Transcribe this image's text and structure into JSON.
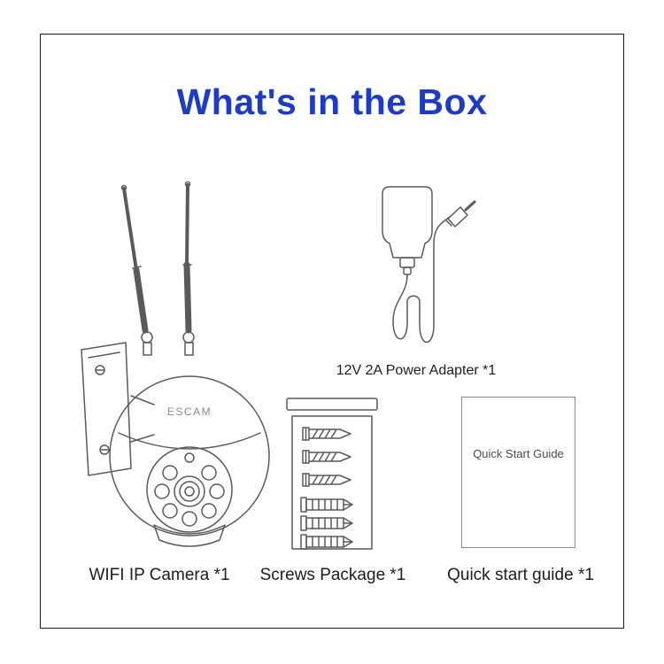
{
  "page": {
    "title": "What's in the Box",
    "title_color": "#1c3bc8",
    "line_art_color": "#5a5a5a",
    "border_color": "#1a1a1a"
  },
  "items": {
    "camera": {
      "label": "WIFI IP Camera  *1",
      "brand": "ESCAM"
    },
    "adapter": {
      "label": "12V 2A Power Adapter  *1"
    },
    "screws": {
      "label": "Screws Package  *1"
    },
    "guide": {
      "label": "Quick start guide  *1",
      "cover_text": "Quick Start Guide"
    }
  }
}
